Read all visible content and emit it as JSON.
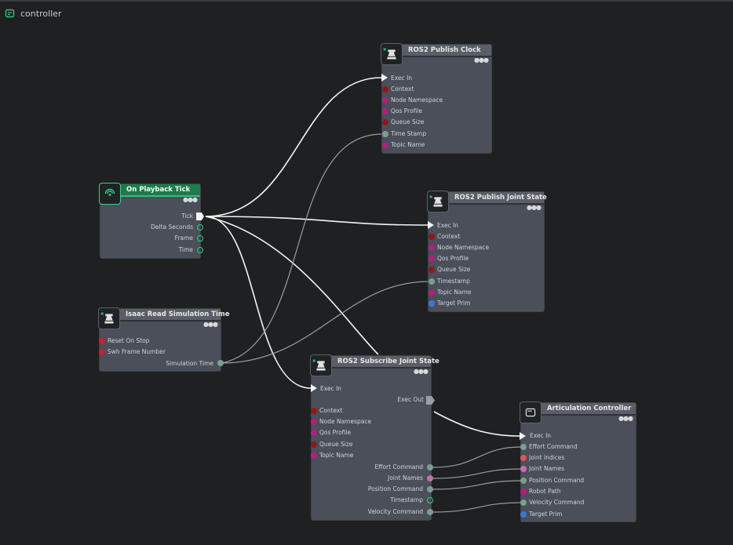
{
  "graph": {
    "title": "controller"
  },
  "colors": {
    "background": "#1f2021",
    "node_body": "#4a4f5a",
    "node_header": "#5a5e66",
    "event_header": "#1e7a4c",
    "exec_wire": "#ffffff",
    "data_wire": "#9a9ca0",
    "pin_context": "#8a1a1a",
    "pin_string": "#b0207a",
    "pin_int": "#8a1a1a",
    "pin_time": "#7c9e8f",
    "pin_prim": "#3a78d8",
    "pin_bool": "#c8202c",
    "pin_double": "#2ecc8a"
  },
  "nodes": {
    "publish_clock": {
      "title": "ROS2 Publish Clock",
      "icon": "ros-icon",
      "pins": [
        "Exec In",
        "Context",
        "Node Namespace",
        "Qos Profile",
        "Queue Size",
        "Time Stamp",
        "Topic Name"
      ]
    },
    "playback_tick": {
      "title": "On Playback Tick",
      "icon": "broadcast-icon",
      "pins": [
        "Tick",
        "Delta Seconds",
        "Frame",
        "Time"
      ]
    },
    "publish_joint_state": {
      "title": "ROS2 Publish Joint State",
      "icon": "ros-icon",
      "pins": [
        "Exec In",
        "Context",
        "Node Namespace",
        "Qos Profile",
        "Queue Size",
        "Timestamp",
        "Topic Name",
        "Target Prim"
      ]
    },
    "read_sim_time": {
      "title": "Isaac Read Simulation Time",
      "icon": "isaac-icon",
      "pins": [
        "Reset On Stop",
        "Swh Frame Number",
        "Simulation Time"
      ]
    },
    "subscribe_joint_state": {
      "title": "ROS2 Subscribe Joint State",
      "icon": "ros-icon",
      "pins": [
        "Exec In",
        "Exec Out",
        "Context",
        "Node Namespace",
        "Qos Profile",
        "Queue Size",
        "Topic Name",
        "Effort Command",
        "Joint Names",
        "Position Command",
        "Timestamp",
        "Velocity Command"
      ]
    },
    "articulation_controller": {
      "title": "Articulation Controller",
      "icon": "articulation-icon",
      "pins": [
        "Exec In",
        "Effort Command",
        "Joint Indices",
        "Joint Names",
        "Position Command",
        "Robot Path",
        "Velocity Command",
        "Target Prim"
      ]
    }
  }
}
